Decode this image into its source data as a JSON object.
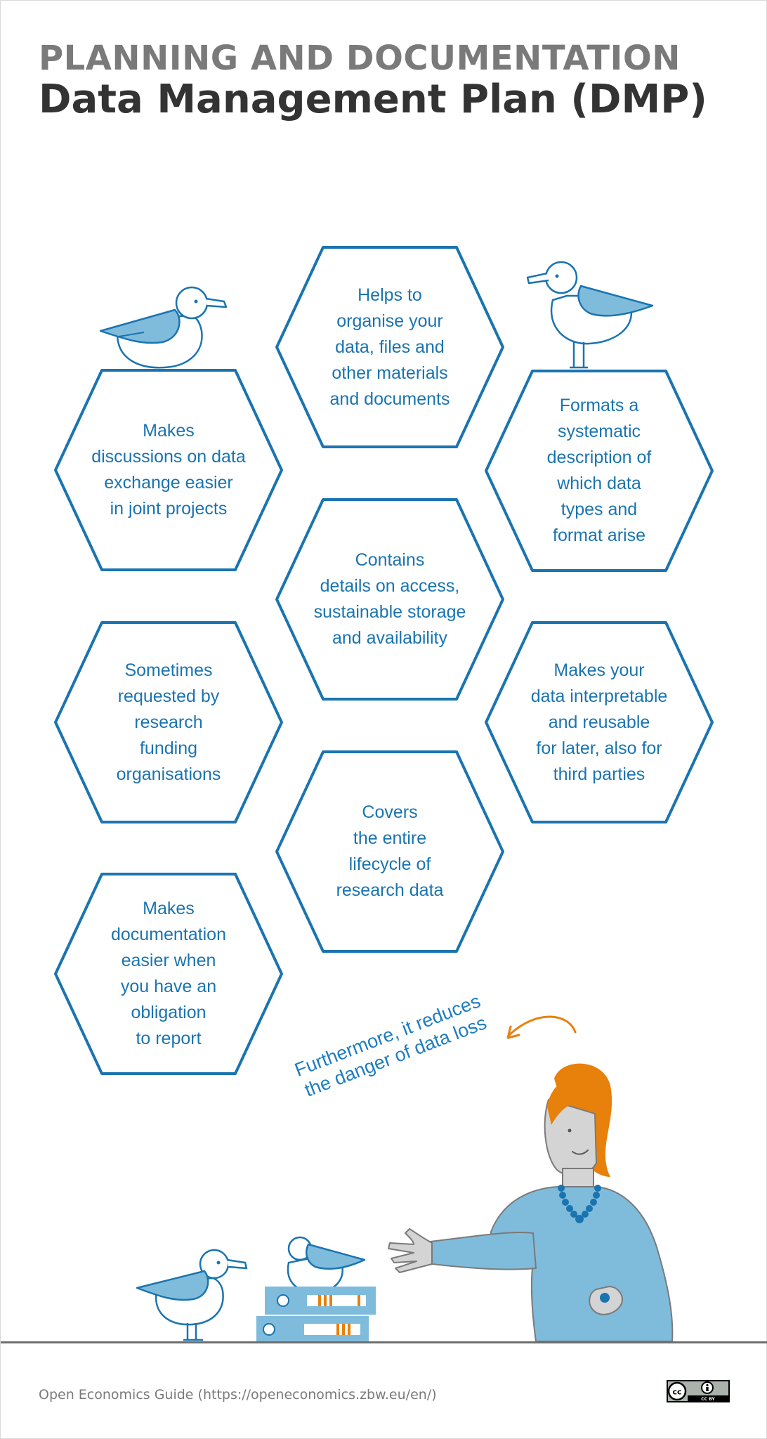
{
  "header": {
    "supertitle": "PLANNING AND DOCUMENTATION",
    "title": "Data Management Plan (DMP)"
  },
  "hexagons": [
    {
      "text": "Helps to\norganise your\ndata, files and\nother materials\nand documents"
    },
    {
      "text": "Makes\ndiscussions on data\nexchange easier\nin joint projects"
    },
    {
      "text": "Formats a\nsystematic\ndescription of\nwhich data\ntypes and\nformat arise"
    },
    {
      "text": "Contains\ndetails on access,\nsustainable storage\nand availability"
    },
    {
      "text": "Sometimes\nrequested by\nresearch\nfunding\norganisations"
    },
    {
      "text": "Makes your\ndata interpretable\nand reusable\nfor later, also for\nthird parties"
    },
    {
      "text": "Covers\nthe entire\nlifecycle of\nresearch data"
    },
    {
      "text": "Makes\ndocumentation\neasier when\nyou have an\nobligation\nto report"
    }
  ],
  "callout": {
    "text": "Furthermore, it reduces\nthe danger of data loss"
  },
  "footer": {
    "source": "Open Economics Guide (https://openeconomics.zbw.eu/en/)",
    "license_text": "CC BY"
  },
  "colors": {
    "accent_blue": "#1a74b0",
    "light_blue": "#7fbcdc",
    "orange": "#e8800c",
    "title_gray": "#7a7a7a",
    "title_dark": "#333333"
  }
}
